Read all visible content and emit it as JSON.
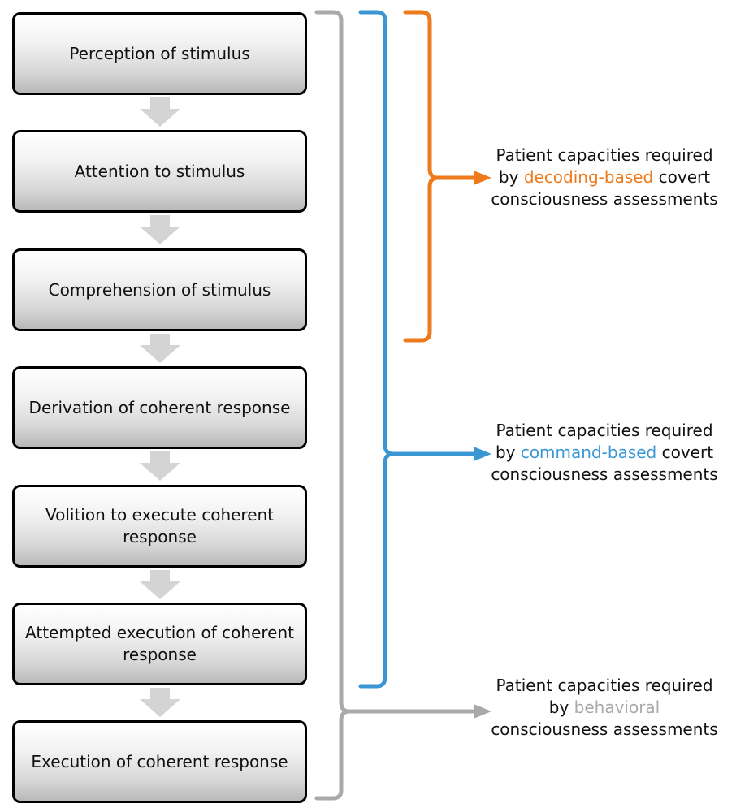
{
  "steps": [
    "Perception of stimulus",
    "Attention to stimulus",
    "Comprehension of stimulus",
    "Derivation of coherent response",
    "Volition to execute coherent response",
    "Attempted execution of coherent response",
    "Execution of coherent response"
  ],
  "captions": {
    "decoding": {
      "line1": "Patient capacities required",
      "by": "by ",
      "keyword": "decoding-based",
      "after": " covert",
      "line3": "consciousness assessments"
    },
    "command": {
      "line1": "Patient capacities required",
      "by": "by ",
      "keyword": "command-based",
      "after": " covert",
      "line3": "consciousness assessments"
    },
    "behavioral": {
      "line1": "Patient capacities required",
      "by": "by ",
      "keyword": "behavioral",
      "after": "",
      "line3": "consciousness assessments"
    }
  },
  "colors": {
    "decoding": "#ee7a1c",
    "command": "#3b97d3",
    "behavioral": "#a9a9a9",
    "flow_arrow": "#d4d4d4"
  }
}
